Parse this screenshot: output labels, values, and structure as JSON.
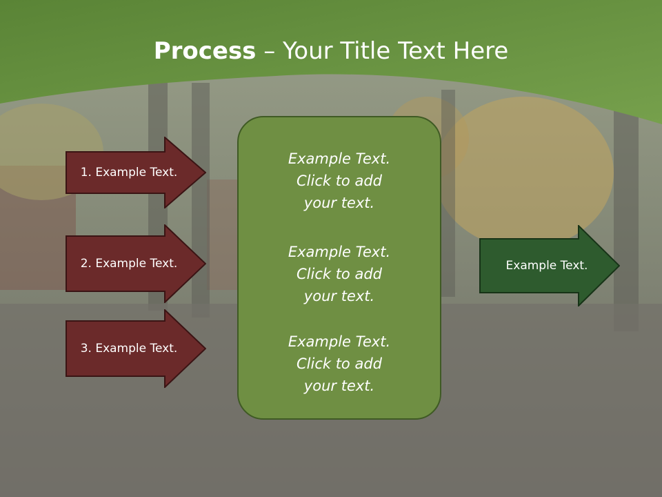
{
  "title": {
    "bold": "Process",
    "rest": " – Your Title Text Here"
  },
  "left_steps": [
    {
      "label": "1. Example Text."
    },
    {
      "label": "2. Example Text."
    },
    {
      "label": "3. Example Text."
    }
  ],
  "center_items": [
    {
      "line1": "Example Text.",
      "line2": "Click  to add",
      "line3": "your text."
    },
    {
      "line1": "Example Text.",
      "line2": "Click  to add",
      "line3": "your text."
    },
    {
      "line1": "Example Text.",
      "line2": "Click  to add",
      "line3": "your text."
    }
  ],
  "output": {
    "label": "Example Text."
  },
  "colors": {
    "header_green": "#6b9443",
    "arrow_maroon": "#6b2a2a",
    "center_green": "#6f8f43",
    "output_green": "#2e5b2e"
  }
}
